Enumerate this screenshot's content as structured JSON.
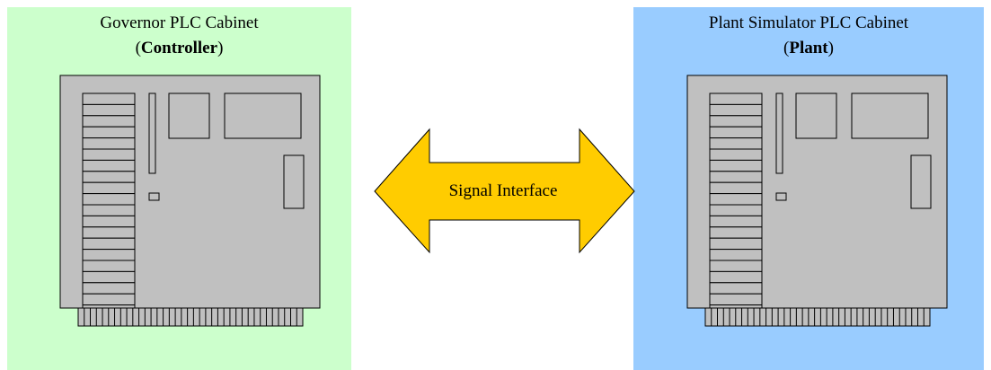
{
  "colors": {
    "controller_panel": "#ccffcc",
    "plant_panel": "#99ccff",
    "cabinet_fill": "#c0c0c0",
    "arrow_fill": "#ffcc00",
    "outline": "#000000"
  },
  "controller": {
    "title": "Governor PLC Cabinet",
    "paren_open": "(",
    "role": "Controller",
    "paren_close": ")"
  },
  "plant": {
    "title": "Plant Simulator PLC Cabinet",
    "paren_open": "(",
    "role": "Plant",
    "paren_close": ")"
  },
  "interface": {
    "label": "Signal Interface"
  }
}
